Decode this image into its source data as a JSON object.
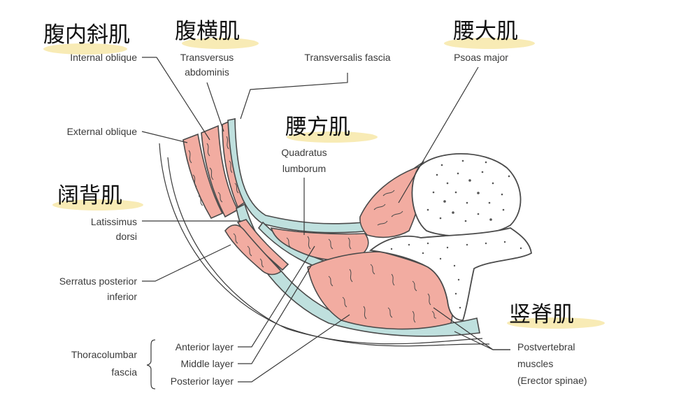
{
  "labels": {
    "internal_oblique": "Internal oblique",
    "transversus_1": "Transversus",
    "transversus_2": "abdominis",
    "transversalis_fascia": "Transversalis fascia",
    "psoas_major": "Psoas major",
    "external_oblique": "External oblique",
    "quadratus_1": "Quadratus",
    "quadratus_2": "lumborum",
    "latissimus_1": "Latissimus",
    "latissimus_2": "dorsi",
    "serratus_1": "Serratus posterior",
    "serratus_2": "inferior",
    "thoracolumbar_1": "Thoracolumbar",
    "thoracolumbar_2": "fascia",
    "anterior_layer": "Anterior layer",
    "middle_layer": "Middle layer",
    "posterior_layer": "Posterior layer",
    "postvertebral_1": "Postvertebral",
    "postvertebral_2": "muscles",
    "postvertebral_3": "(Erector spinae)"
  },
  "annotations": {
    "internal_oblique_cn": "腹内斜肌",
    "transversus_cn": "腹横肌",
    "psoas_cn": "腰大肌",
    "quadratus_cn": "腰方肌",
    "latissimus_cn": "阔背肌",
    "erector_cn": "竖脊肌"
  },
  "colors": {
    "muscle": "#f2aca1",
    "fascia": "#bfe0de",
    "highlight": "#f7e7a8",
    "bone": "#ffffff"
  }
}
